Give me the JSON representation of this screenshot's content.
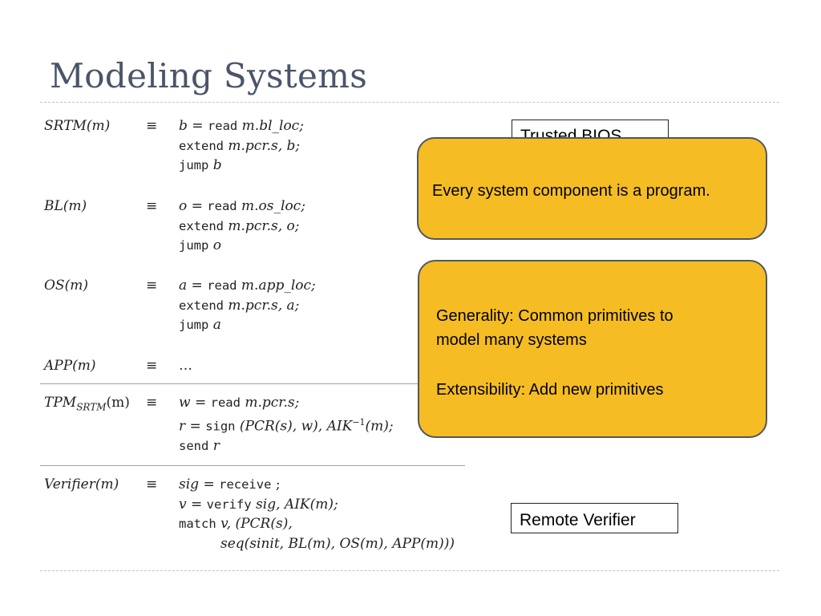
{
  "slide": {
    "title": "Modeling Systems"
  },
  "boxes": {
    "trusted_bios": "Trusted BIOS",
    "remote_verifier": "Remote Verifier"
  },
  "callouts": {
    "program": "Every system component is a program.",
    "generality_line1": "Generality: Common primitives to",
    "generality_line2": "model many systems",
    "extensibility": "Extensibility: Add new primitives"
  },
  "code": {
    "equiv": "≡",
    "srtm": {
      "name": "SRTM(m)",
      "l1_var": "b = ",
      "l1_kw": "read",
      "l1_rest": " m.bl_loc;",
      "l2_kw": "extend",
      "l2_rest": " m.pcr.s, b;",
      "l3_kw": "jump",
      "l3_rest": " b"
    },
    "bl": {
      "name": "BL(m)",
      "l1_var": "o = ",
      "l1_kw": "read",
      "l1_rest": " m.os_loc;",
      "l2_kw": "extend",
      "l2_rest": " m.pcr.s, o;",
      "l3_kw": "jump",
      "l3_rest": " o"
    },
    "os": {
      "name": "OS(m)",
      "l1_var": "a = ",
      "l1_kw": "read",
      "l1_rest": " m.app_loc;",
      "l2_kw": "extend",
      "l2_rest": " m.pcr.s, a;",
      "l3_kw": "jump",
      "l3_rest": " a"
    },
    "app": {
      "name": "APP(m)",
      "body": "…"
    },
    "tpm": {
      "name_base": "TPM",
      "name_sub": "SRTM",
      "name_tail": "(m)",
      "l1_var": "w = ",
      "l1_kw": "read",
      "l1_rest": " m.pcr.s;",
      "l2_var": "r = ",
      "l2_kw": "sign",
      "l2_rest": " (PCR(s), w), AIK",
      "l2_sup": "−1",
      "l2_tail": "(m);",
      "l3_kw": "send",
      "l3_rest": " r"
    },
    "verifier": {
      "name": "Verifier(m)",
      "l1_var": "sig = ",
      "l1_kw": "receive",
      "l1_rest": " ;",
      "l2_var": "v = ",
      "l2_kw": "verify",
      "l2_rest": " sig, AIK(m);",
      "l3_kw": "match",
      "l3_rest": " v, (PCR(s),",
      "l4": "seq(sinit, BL(m), OS(m), APP(m)))"
    }
  }
}
